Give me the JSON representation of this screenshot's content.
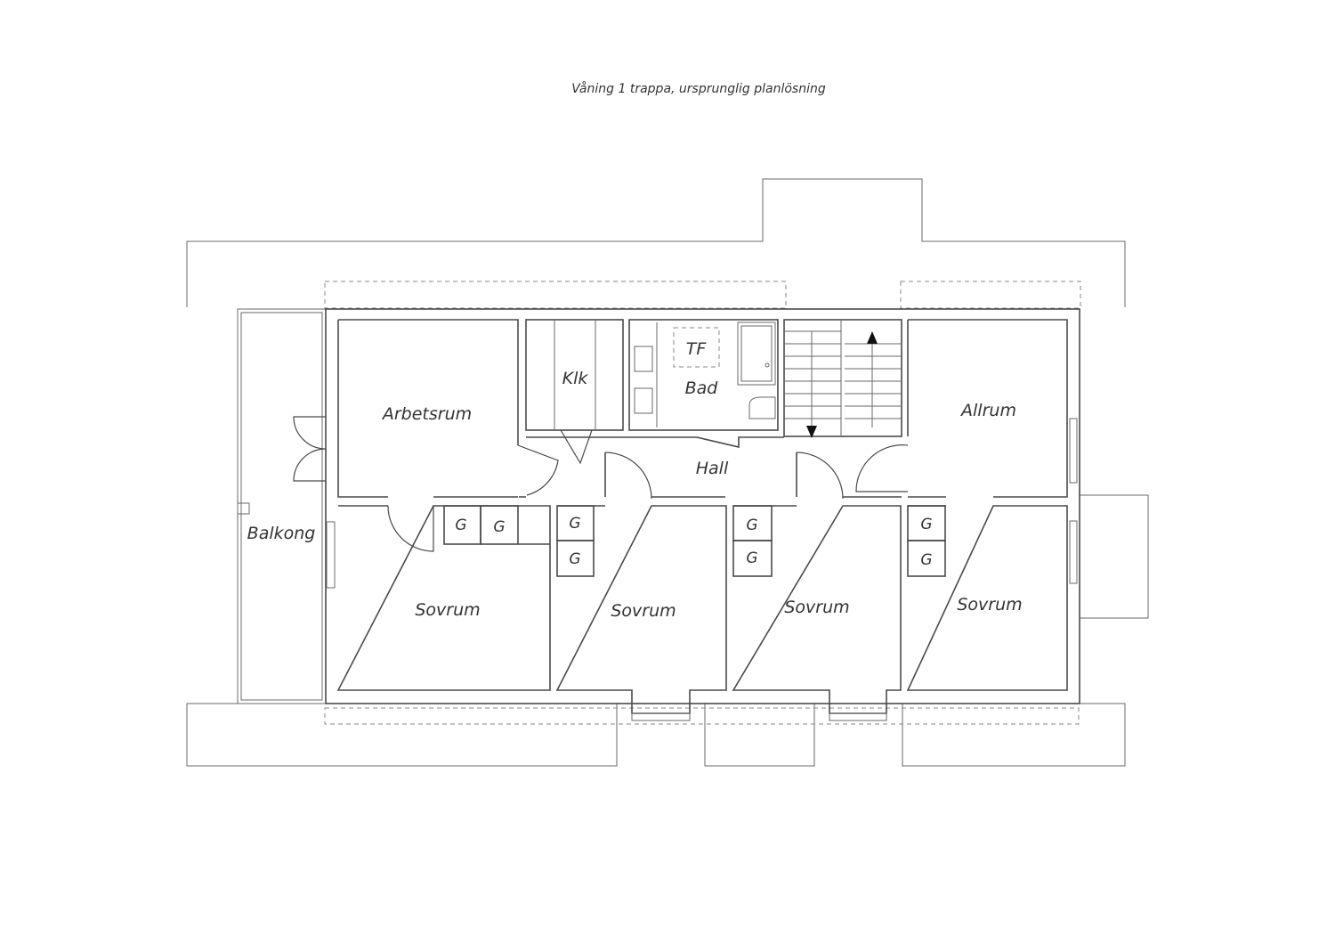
{
  "title": "Våning 1 trappa, ursprunglig planlösning",
  "rooms": {
    "arbetsrum": "Arbetsrum",
    "klk": "Klk",
    "bad": "Bad",
    "tf": "TF",
    "hall": "Hall",
    "allrum": "Allrum",
    "balkong": "Balkong",
    "sovrum": "Sovrum"
  },
  "wardrobe_label": "G"
}
